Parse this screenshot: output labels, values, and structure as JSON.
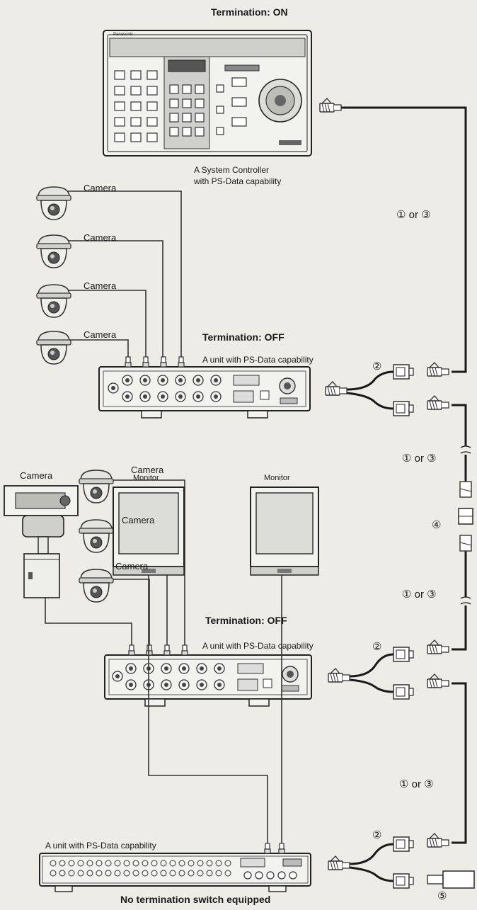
{
  "top": {
    "termination": "Termination: ON",
    "controller_line1": "A System Controller",
    "controller_line2": "with PS-Data capability",
    "brand": "Panasonic"
  },
  "unit1": {
    "termination": "Termination: OFF",
    "desc": "A unit with PS-Data capability",
    "cameras": [
      "Camera",
      "Camera",
      "Camera",
      "Camera"
    ]
  },
  "unit2": {
    "termination": "Termination: OFF",
    "desc": "A unit with PS-Data capability",
    "box_camera": "Camera",
    "cameras": [
      "Camera",
      "Camera",
      "Camera"
    ]
  },
  "unit3": {
    "desc": "A unit with PS-Data capability",
    "monitors": [
      "Monitor",
      "Monitor"
    ],
    "footer": "No termination switch equipped"
  },
  "cable_labels": {
    "or1": "① or ③",
    "or2": "① or ③",
    "or3": "① or ③",
    "or4": "① or ③",
    "n2a": "②",
    "n2b": "②",
    "n2c": "②",
    "n4": "④",
    "n5": "⑤"
  }
}
